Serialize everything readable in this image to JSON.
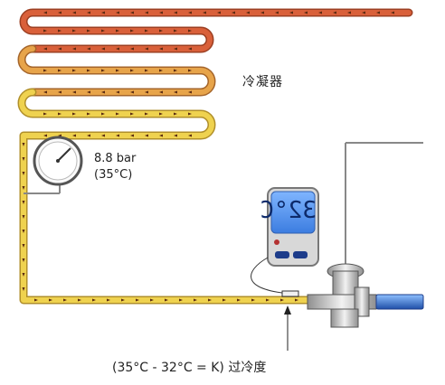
{
  "labels": {
    "condenser": "冷凝器",
    "pressure": "8.8 bar",
    "pressure_temp": "(35°C)",
    "subcooling": "(35°C - 32°C = K)   过冷度",
    "thermometer_reading": "32°C"
  },
  "colors": {
    "coil_hot": "#d9603a",
    "coil_warm": "#e7a44a",
    "coil_liquid": "#efd24f",
    "pipe_blue": "#2a63c8",
    "thermo_screen": "#5b9bf0"
  }
}
